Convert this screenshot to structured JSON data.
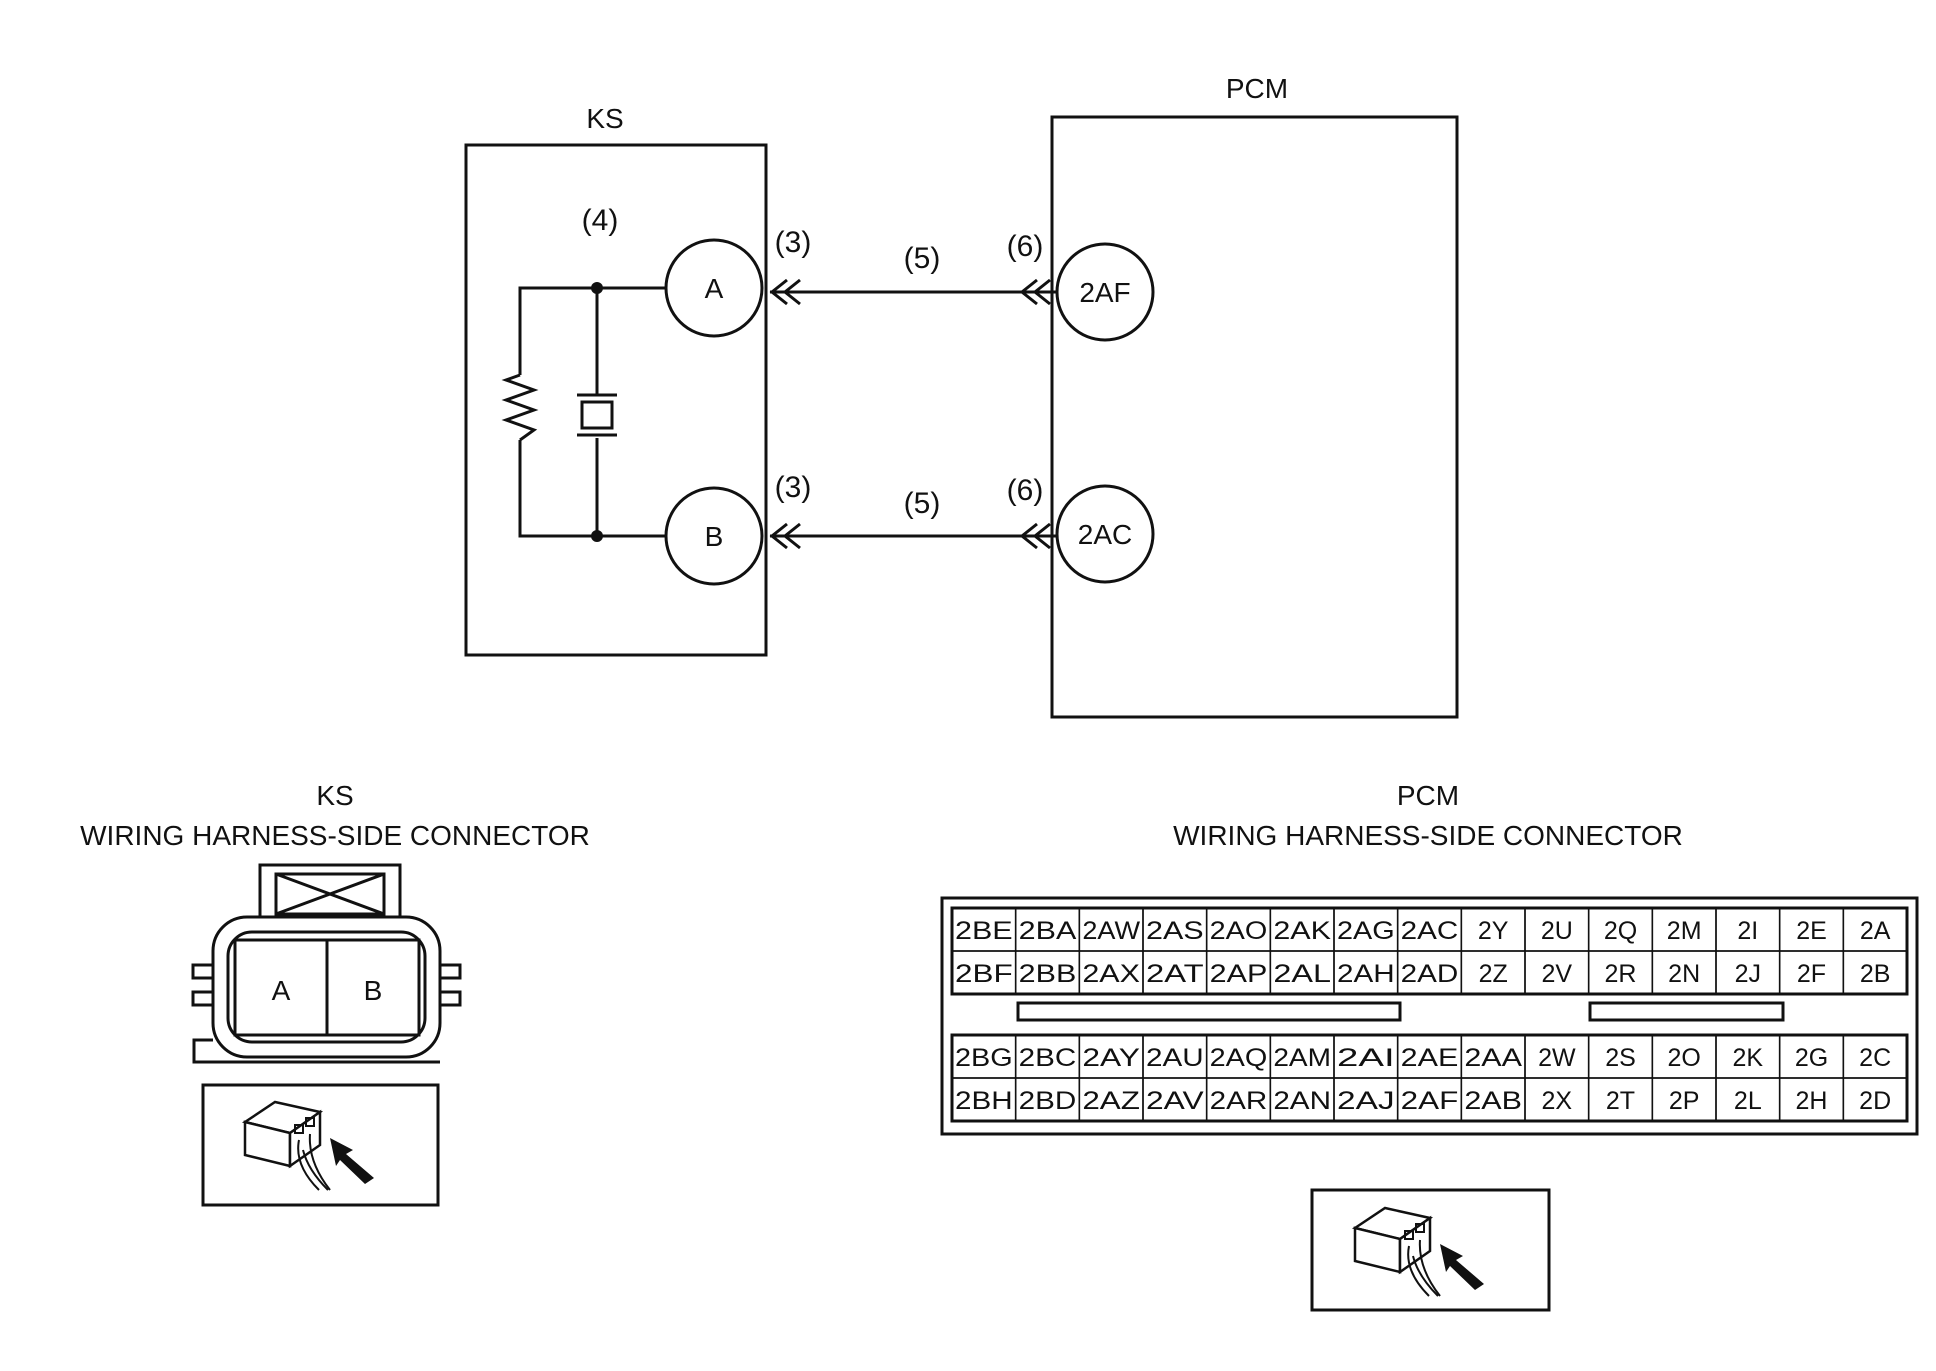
{
  "schematic": {
    "ks_label": "KS",
    "pcm_label": "PCM",
    "callouts": {
      "sensor": "(4)",
      "ks_connector": "(3)",
      "wire": "(5)",
      "pcm_connector": "(6)"
    },
    "ks_terminals": [
      "A",
      "B"
    ],
    "pcm_terminals": [
      "2AF",
      "2AC"
    ]
  },
  "ks_connector": {
    "title": "KS",
    "subtitle": "WIRING HARNESS-SIDE CONNECTOR",
    "terminals": [
      "A",
      "B"
    ]
  },
  "pcm_connector": {
    "title": "PCM",
    "subtitle": "WIRING HARNESS-SIDE CONNECTOR",
    "upper_block": [
      [
        "2BE",
        "2BA",
        "2AW",
        "2AS",
        "2AO",
        "2AK",
        "2AG",
        "2AC",
        "2Y",
        "2U",
        "2Q",
        "2M",
        "2I",
        "2E",
        "2A"
      ],
      [
        "2BF",
        "2BB",
        "2AX",
        "2AT",
        "2AP",
        "2AL",
        "2AH",
        "2AD",
        "2Z",
        "2V",
        "2R",
        "2N",
        "2J",
        "2F",
        "2B"
      ]
    ],
    "lower_block": [
      [
        "2BG",
        "2BC",
        "2AY",
        "2AU",
        "2AQ",
        "2AM",
        "2AI",
        "2AE",
        "2AA",
        "2W",
        "2S",
        "2O",
        "2K",
        "2G",
        "2C"
      ],
      [
        "2BH",
        "2BD",
        "2AZ",
        "2AV",
        "2AR",
        "2AN",
        "2AJ",
        "2AF",
        "2AB",
        "2X",
        "2T",
        "2P",
        "2L",
        "2H",
        "2D"
      ]
    ]
  },
  "icons": [
    "connector-view-icon",
    "connector-view-icon"
  ]
}
